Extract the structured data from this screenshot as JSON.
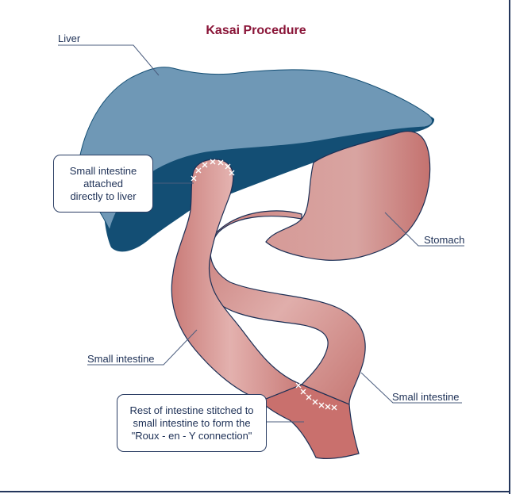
{
  "title": "Kasai Procedure",
  "labels": {
    "liver": "Liver",
    "stomach": "Stomach",
    "small_intestine_left": "Small intestine",
    "small_intestine_right": "Small intestine"
  },
  "callouts": {
    "attached_lines": [
      "Small intestine",
      "attached",
      "directly to liver"
    ],
    "roux_lines": [
      "Rest of intestine stitched to",
      "small intestine to form the",
      "\"Roux - en - Y connection\""
    ]
  },
  "colors": {
    "liver_light": "#6f98b6",
    "liver_dark": "#134e74",
    "intestine": "#c87f7d",
    "intestine_highlight": "#e6b4b1",
    "title": "#8a1538",
    "text": "#1c2f55"
  }
}
